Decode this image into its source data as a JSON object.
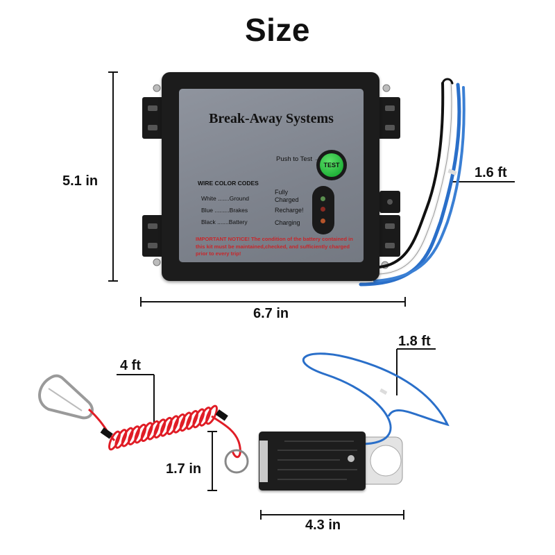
{
  "title": "Size",
  "dimensions": {
    "main_height": "5.1 in",
    "main_width": "6.7 in",
    "main_wire_length": "1.6 ft",
    "cable_length": "4 ft",
    "small_height": "1.7 in",
    "small_width": "4.3 in",
    "small_wire_length": "1.8 ft"
  },
  "panel": {
    "brand": "Break-Away Systems",
    "push_to_test": "Push to Test",
    "test_button": "TEST",
    "wire_codes_title": "WIRE COLOR CODES",
    "wire_codes": [
      {
        "color": "White",
        "dots": ".......",
        "function": "Ground"
      },
      {
        "color": "Blue",
        "dots": ".........",
        "function": "Brakes"
      },
      {
        "color": "Black",
        "dots": ".......",
        "function": "Battery"
      }
    ],
    "status_fully": "Fully",
    "status_charged": "Charged",
    "status_recharge": "Recharge!",
    "status_charging": "Charging",
    "notice_label": "IMPORTANT NOTICE!",
    "notice_text": " The condition of the battery contained in this kit must be maintained,checked, and sufficiently charged prior to every trip!"
  },
  "colors": {
    "led_green": "#5a8f4f",
    "led_red": "#8a2a22",
    "led_orange": "#b4542a",
    "cable_red": "#e01d26",
    "wire_blue": "#2a6fc9",
    "notice_red": "#c8262a"
  }
}
